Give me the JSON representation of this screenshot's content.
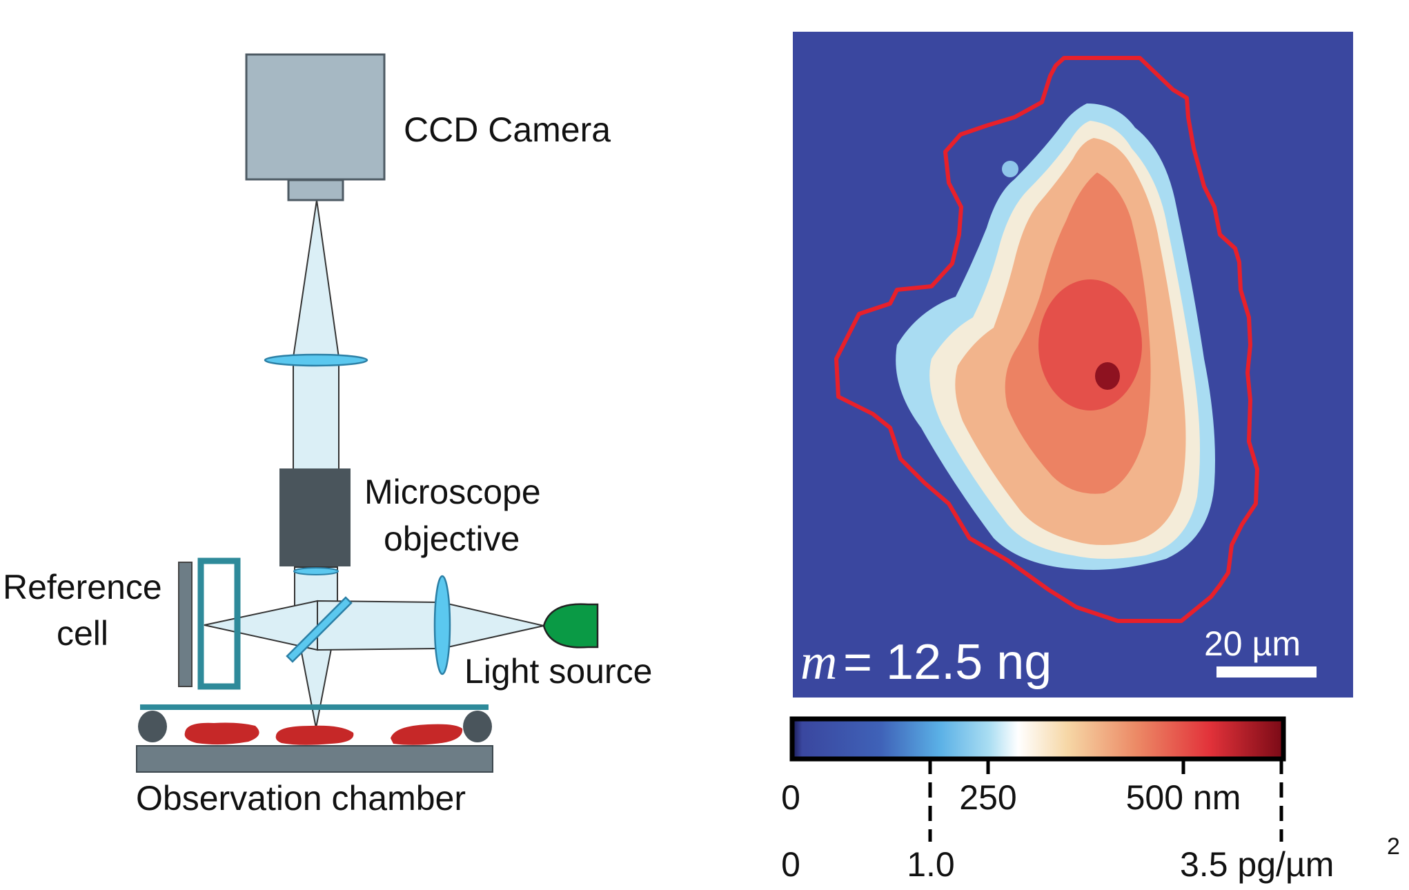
{
  "setup": {
    "labels": {
      "camera": "CCD Camera",
      "objective_line1": "Microscope",
      "objective_line2": "objective",
      "reference_line1": "Reference",
      "reference_line2": "cell",
      "light_source": "Light source",
      "chamber": "Observation chamber"
    },
    "colors": {
      "camera": "#a6b8c3",
      "objective": "#4a555c",
      "lens": "#5bc8ef",
      "beam": "#dbeff6",
      "light_source": "#0a9a45",
      "reference_frame": "#2e8a9a",
      "cells": "#c62828",
      "chamber_base": "#6d7d86"
    }
  },
  "image_panel": {
    "mass_symbol": "m",
    "mass_value": "= 12.5 ng",
    "scale_bar": "20 µm",
    "colors": {
      "background": "#3a479f",
      "contour": "#e8202a"
    }
  },
  "colorbar": {
    "thickness_ticks": [
      "0",
      "250",
      "500 nm"
    ],
    "mass_ticks": [
      "0",
      "1.0",
      "3.5 pg/µm"
    ],
    "mass_unit_exponent": "2",
    "colormap": [
      "#000000",
      "#3a479f",
      "#4f8fd8",
      "#6cc6ec",
      "#ffffff",
      "#f5cf9a",
      "#ea7a5c",
      "#e02a33",
      "#7a0a16"
    ]
  }
}
